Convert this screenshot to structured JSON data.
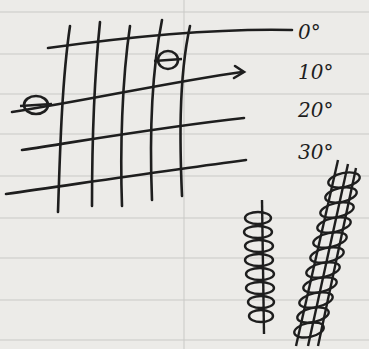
{
  "diagram": {
    "labels": [
      "0°",
      "10°",
      "20°",
      "30°"
    ]
  }
}
